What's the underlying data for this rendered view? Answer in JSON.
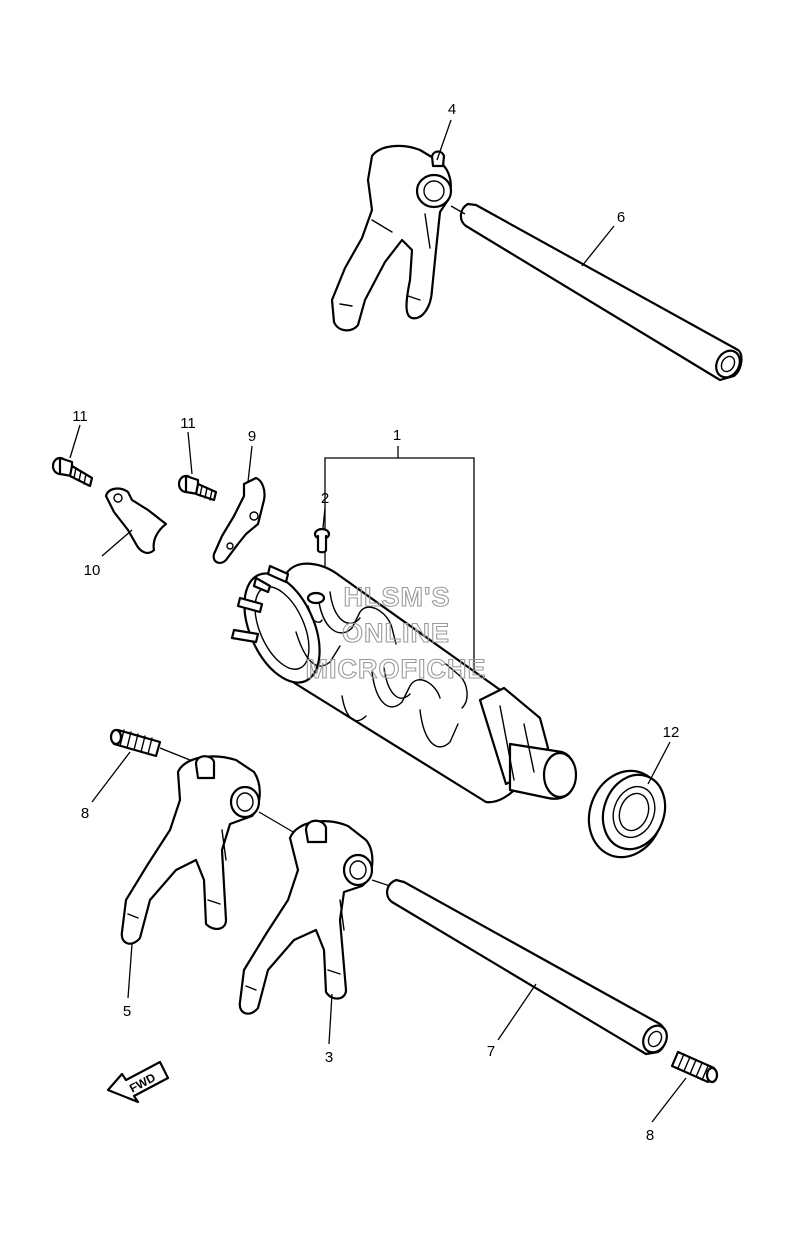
{
  "callouts": {
    "c1": "1",
    "c2": "2",
    "c3": "3",
    "c4": "4",
    "c5": "5",
    "c6": "6",
    "c7": "7",
    "c8a": "8",
    "c8b": "8",
    "c9": "9",
    "c10": "10",
    "c11a": "11",
    "c11b": "11",
    "c12": "12"
  },
  "watermark": {
    "line1": "HLSM'S",
    "line2": "ONLINE",
    "line3": "MICROFICHE"
  },
  "direction_label": "FWD"
}
